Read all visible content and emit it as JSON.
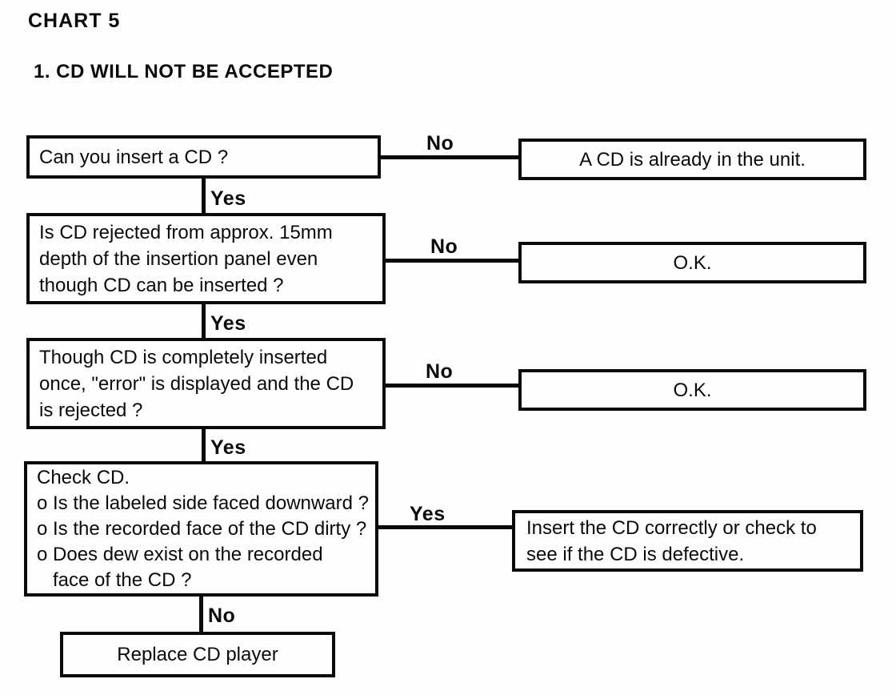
{
  "page": {
    "title": "CHART 5",
    "subtitle": "1. CD WILL NOT BE ACCEPTED"
  },
  "colors": {
    "ink": "#0a0a0a",
    "paper": "#fefefe"
  },
  "flowchart": {
    "steps": [
      {
        "question": "Can you insert a CD ?",
        "side_label": "No",
        "result": "A CD is already in the unit.",
        "down_label": "Yes"
      },
      {
        "question": "Is CD rejected from approx. 15mm\ndepth of the insertion panel even\nthough CD can be inserted ?",
        "side_label": "No",
        "result": "O.K.",
        "down_label": "Yes"
      },
      {
        "question": "Though CD is completely inserted\nonce, \"error\" is displayed and the CD\nis rejected ?",
        "side_label": "No",
        "result": "O.K.",
        "down_label": "Yes"
      },
      {
        "question": "Check CD.\no Is the labeled side faced downward ?\no Is the recorded face of the CD dirty ?\no Does dew exist on the recorded\n   face of the CD ?",
        "side_label": "Yes",
        "result": "Insert the CD correctly or check to\nsee if the CD is defective.",
        "down_label": "No"
      }
    ],
    "final_action": "Replace CD player"
  }
}
